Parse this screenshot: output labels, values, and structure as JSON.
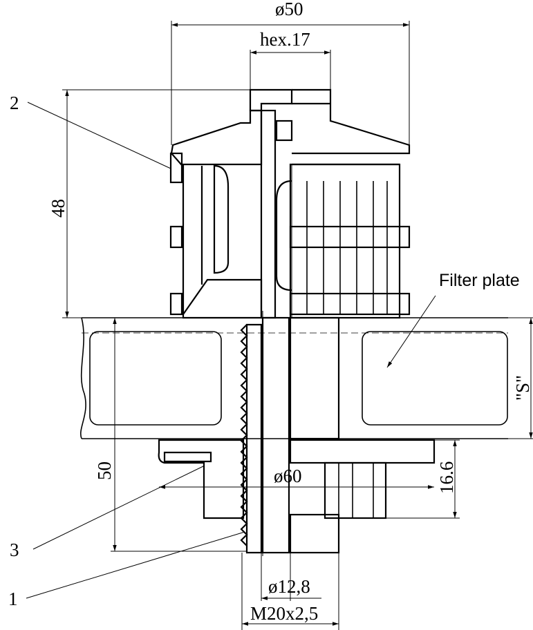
{
  "drawing": {
    "dimensions": {
      "diameter_top": "ø50",
      "hex": "hex.17",
      "height_upper": "48",
      "height_lower": "50",
      "diameter_60": "ø60",
      "dim_16_6": "16.6",
      "thickness_s": "\"S\"",
      "diameter_bore": "ø12,8",
      "thread": "M20x2,5"
    },
    "callouts": {
      "item_2": "2",
      "item_3": "3",
      "item_1": "1",
      "filter_plate": "Filter plate"
    }
  }
}
